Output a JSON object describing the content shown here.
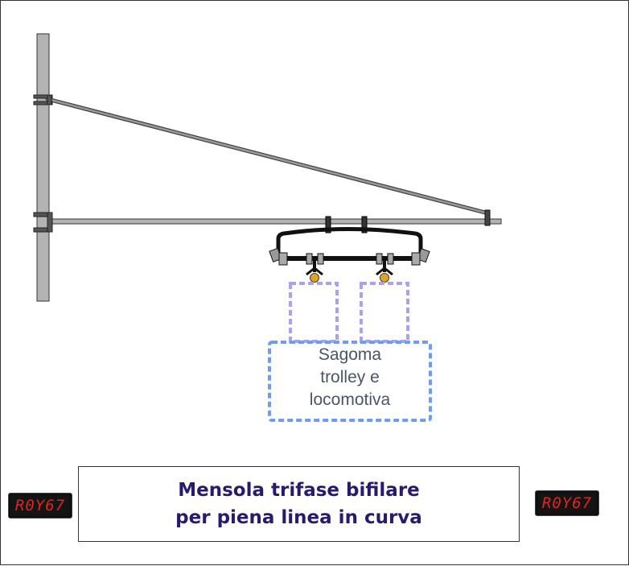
{
  "gauge": {
    "lines": [
      "Sagoma",
      "trolley e",
      "locomotiva"
    ]
  },
  "title": {
    "line1": "Mensola trifase bifilare",
    "line2": "per piena linea in curva"
  },
  "badges": {
    "left": "R0Y67",
    "right": "R0Y67"
  },
  "colors": {
    "pole": "#b3b3b3",
    "structure": "#1a1a1a",
    "pantograph_outline": "#a9a2f0",
    "loco_outline": "#6f9cf0",
    "title_text": "#2a1a6e",
    "badge_text": "#e0231e"
  }
}
